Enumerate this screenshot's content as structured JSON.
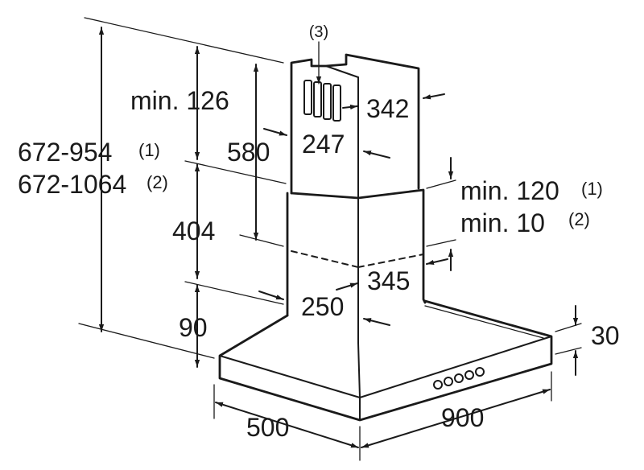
{
  "labels": {
    "label_3": "(3)",
    "min_126": "min. 126",
    "h_672_954": "672-954",
    "note_1a": "(1)",
    "h_672_1064": "672-1064",
    "note_2a": "(2)",
    "d_580": "580",
    "d_404": "404",
    "d_90": "90",
    "d_342": "342",
    "d_247": "247",
    "min_120": "min. 120",
    "note_1b": "(1)",
    "min_10": "min. 10",
    "note_2b": "(2)",
    "d_345": "345",
    "d_250": "250",
    "d_30": "30",
    "d_500": "500",
    "d_900": "900"
  }
}
